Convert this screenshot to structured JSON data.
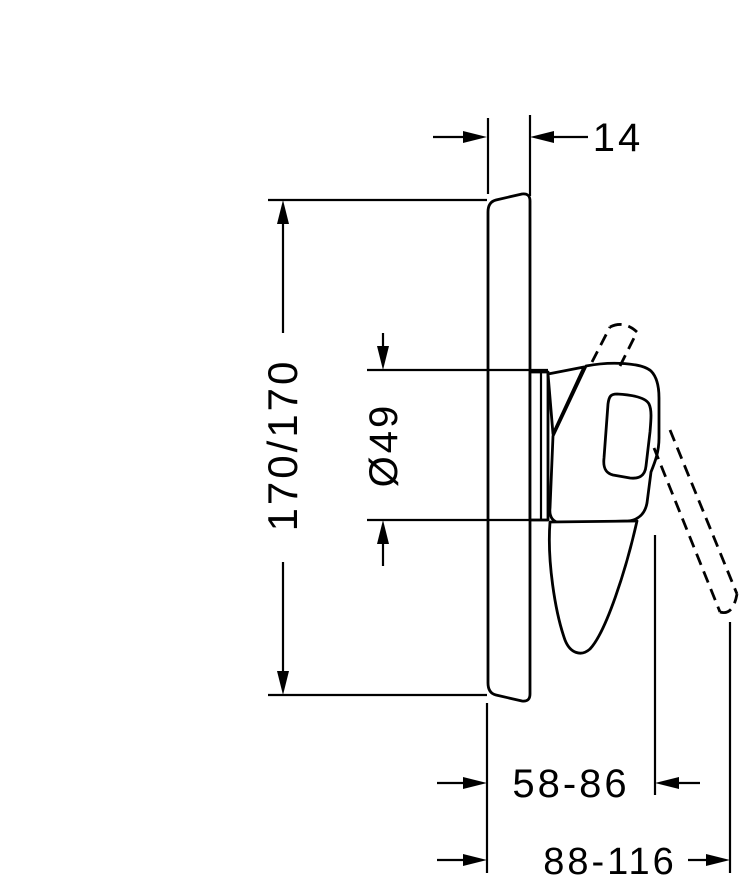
{
  "meta": {
    "background_color": "#ffffff",
    "line_color": "#000000",
    "drawing_type": "technical dimension drawing",
    "subject": "concealed single-lever shower mixer valve, side view"
  },
  "dimensions": {
    "plate_thickness": "14",
    "plate_height": "170/170",
    "cartridge_diameter": "Ø49",
    "depth_range_min": "58-86",
    "depth_range_max": "88-116"
  }
}
